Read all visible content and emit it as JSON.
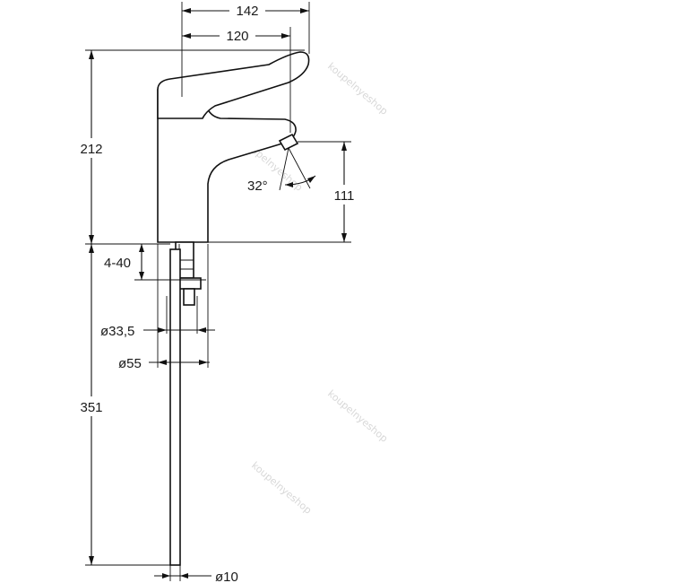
{
  "dimensions": {
    "overall_reach": "142",
    "spout_reach": "120",
    "height_total": "212",
    "spout_height": "111",
    "spout_angle": "32°",
    "deck_thickness": "4-40",
    "tail_diameter": "ø33,5",
    "base_diameter": "ø55",
    "hose_length": "351",
    "hose_diameter": "ø10"
  },
  "watermark": "koupelnyeshop",
  "colors": {
    "line": "#111111",
    "background": "#ffffff",
    "watermark": "#d8d8d8"
  }
}
